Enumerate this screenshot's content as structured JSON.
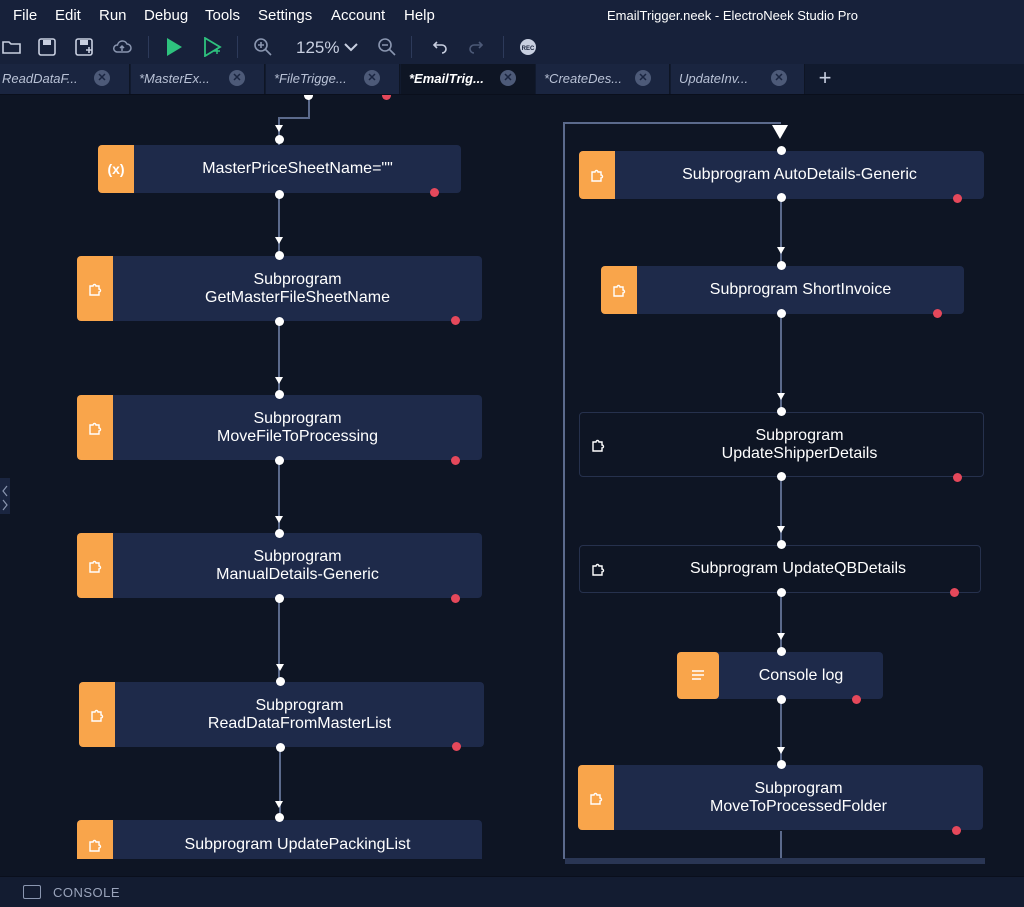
{
  "menubar": {
    "items": [
      "File",
      "Edit",
      "Run",
      "Debug",
      "Tools",
      "Settings",
      "Account",
      "Help"
    ],
    "window_title": "EmailTrigger.neek - ElectroNeek Studio Pro"
  },
  "toolbar": {
    "zoom": "125%",
    "record_label": "REC"
  },
  "tabs": [
    {
      "label": "ReadDataF...",
      "active": false
    },
    {
      "label": "*MasterEx...",
      "active": false
    },
    {
      "label": "*FileTrigge...",
      "active": false
    },
    {
      "label": "*EmailTrig...",
      "active": true
    },
    {
      "label": "*CreateDes...",
      "active": false
    },
    {
      "label": "UpdateInv...",
      "active": false
    }
  ],
  "nodes_left": [
    {
      "label": "MasterPriceSheetName=\"\"",
      "icon": "variable-icon",
      "icon_text": "(x)"
    },
    {
      "label": "Subprogram\nGetMasterFileSheetName",
      "icon": "puzzle-icon"
    },
    {
      "label": "Subprogram\nMoveFileToProcessing",
      "icon": "puzzle-icon"
    },
    {
      "label": "Subprogram\nManualDetails-Generic",
      "icon": "puzzle-icon"
    },
    {
      "label": "Subprogram\nReadDataFromMasterList",
      "icon": "puzzle-icon"
    },
    {
      "label": "Subprogram UpdatePackingList",
      "icon": "puzzle-icon"
    }
  ],
  "nodes_right": [
    {
      "label": "Subprogram AutoDetails-Generic",
      "icon": "puzzle-icon"
    },
    {
      "label": "Subprogram ShortInvoice",
      "icon": "puzzle-icon"
    },
    {
      "label": "Subprogram\nUpdateShipperDetails",
      "icon": "puzzle-icon"
    },
    {
      "label": "Subprogram UpdateQBDetails",
      "icon": "puzzle-icon"
    },
    {
      "label": "Console log",
      "icon": "list-icon"
    },
    {
      "label": "Subprogram\nMoveToProcessedFolder",
      "icon": "puzzle-icon"
    }
  ],
  "console": {
    "label": "CONSOLE"
  },
  "colors": {
    "accent": "#f9a54b",
    "node": "#1e2a4a",
    "canvas": "#0e1524",
    "error_port": "#e5485b",
    "run": "#2ec27e"
  }
}
